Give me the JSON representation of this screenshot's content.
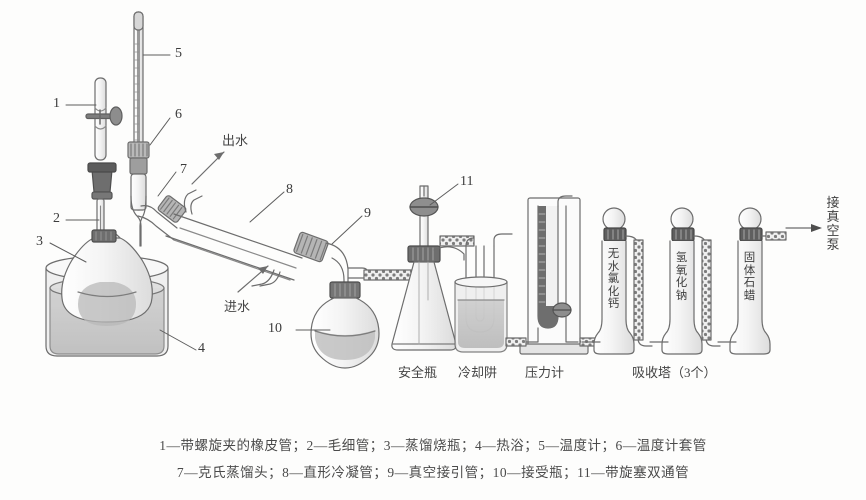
{
  "figure": {
    "title_caption_line1": "1—带螺旋夹的橡皮管；2—毛细管；3—蒸馏烧瓶；4—热浴；5—温度计；6—温度计套管",
    "title_caption_line2": "7—克氏蒸馏头；8—直形冷凝管；9—真空接引管；10—接受瓶；11—带旋塞双通管"
  },
  "callouts": {
    "n1": "1",
    "n2": "2",
    "n3": "3",
    "n4": "4",
    "n5": "5",
    "n6": "6",
    "n7": "7",
    "n8": "8",
    "n9": "9",
    "n10": "10",
    "n11": "11"
  },
  "flow_labels": {
    "water_out": "出水",
    "water_in": "进水",
    "to_vacuum_pump": "接真空泵"
  },
  "station_labels": {
    "safety_bottle": "安全瓶",
    "cold_trap": "冷却阱",
    "pressure_gauge": "压力计",
    "absorption_towers": "吸收塔（3个）"
  },
  "tower_contents": {
    "tower1": "无水氯化钙",
    "tower2": "氢氧化钠",
    "tower3": "固体石蜡"
  },
  "colors": {
    "ink": "#6d6d6d",
    "ink_dark": "#4a4a4a",
    "fill_light": "#e9e9e9",
    "fill_mid": "#cfcfcf",
    "fill_dark": "#8e8e8e",
    "joint": "#6a6a6a",
    "background": "#fdfdfc"
  }
}
